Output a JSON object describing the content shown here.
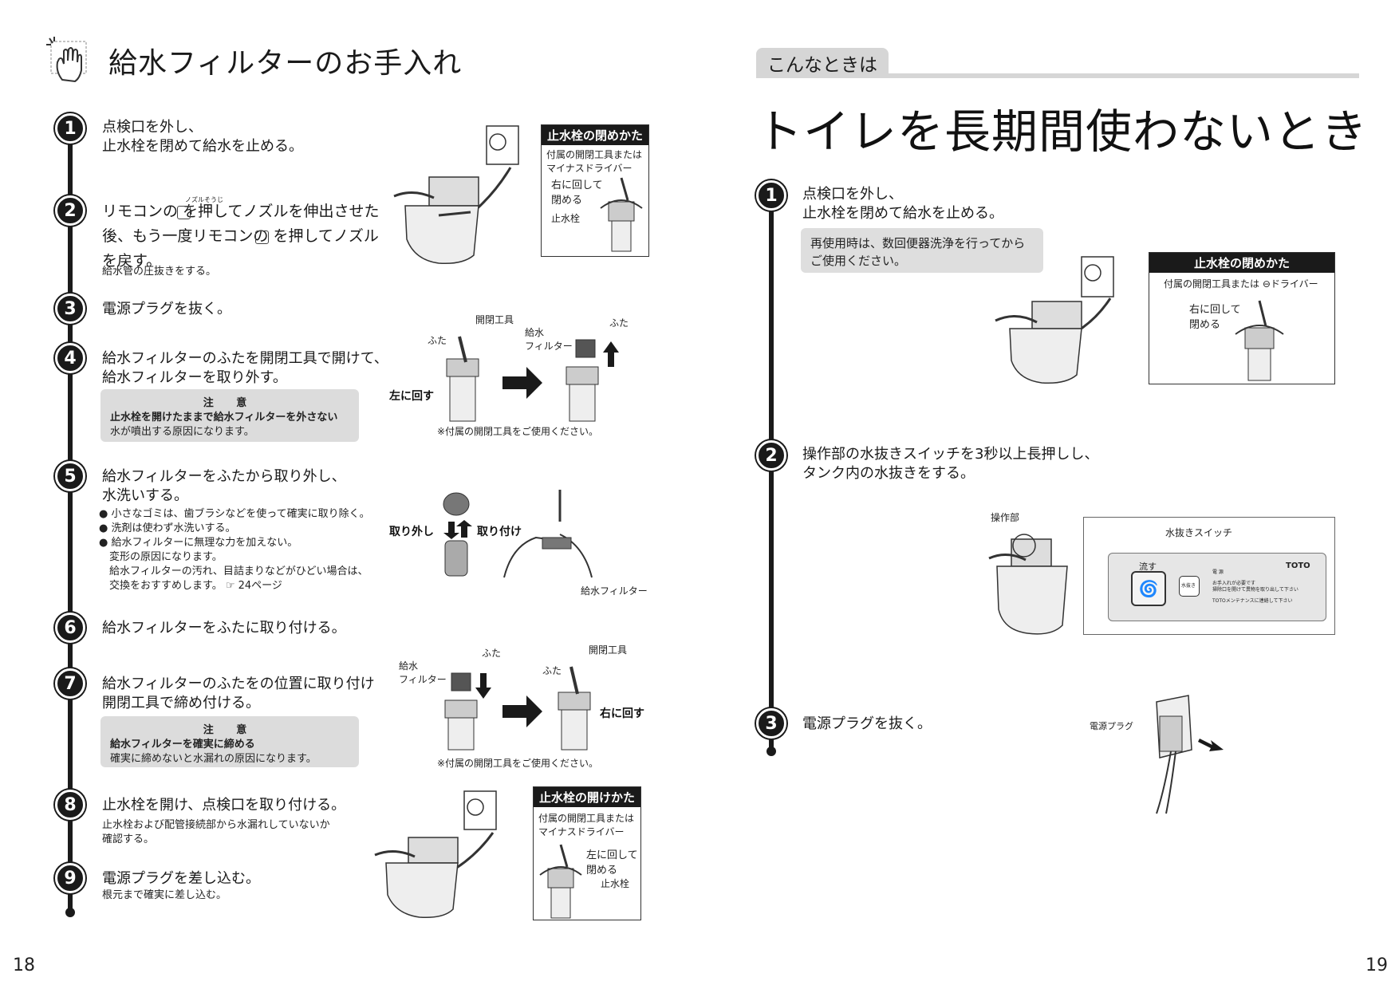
{
  "left": {
    "title": "給水フィルターのお手入れ",
    "steps": [
      {
        "num": "1",
        "text": "点検口を外し、\n止水栓を閉めて給水を止める。"
      },
      {
        "num": "2",
        "text": "リモコンの  を押してノズルを伸出させた\n後、もう一度リモコンの  を押してノズル\nを戻す。",
        "ruby": "ノズルそうじ",
        "sub": "給水管の圧抜きをする。"
      },
      {
        "num": "3",
        "text": "電源プラグを抜く。"
      },
      {
        "num": "4",
        "text": "給水フィルターのふたを開閉工具で開けて、\n給水フィルターを取り外す。"
      },
      {
        "num": "5",
        "text": "給水フィルターをふたから取り外し、\n水洗いする。"
      },
      {
        "num": "6",
        "text": "給水フィルターをふたに取り付ける。"
      },
      {
        "num": "7",
        "text": "給水フィルターのふたをの位置に取り付け\n開閉工具で締め付ける。"
      },
      {
        "num": "8",
        "text": "止水栓を開け、点検口を取り付ける。",
        "sub": "止水栓および配管接続部から水漏れしていないか\n確認する。"
      },
      {
        "num": "9",
        "text": "電源プラグを差し込む。",
        "sub": "根元まで確実に差し込む。"
      }
    ],
    "caution4": {
      "head": "注 意",
      "bold": "止水栓を開けたままで給水フィルターを外さない",
      "reason": "水が噴出する原因になります。"
    },
    "caution7": {
      "head": "注 意",
      "bold": "給水フィルターを確実に締める",
      "reason": "確実に締めないと水漏れの原因になります。"
    },
    "bullets5": [
      "● 小さなゴミは、歯ブラシなどを使って確実に取り除く。",
      "● 洗剤は使わず水洗いする。",
      "● 給水フィルターに無理な力を加えない。",
      "　変形の原因になります。",
      "　給水フィルターの汚れ、目詰まりなどがひどい場合は、",
      "　交換をおすすめします。 ☞ 24ページ"
    ],
    "box_close": {
      "title": "止水栓の閉めかた",
      "tool": "付属の開閉工具または\nマイナスドライバー",
      "turn": "右に回して\n閉める",
      "valve": "止水栓"
    },
    "box_open": {
      "title": "止水栓の開けかた",
      "tool": "付属の開閉工具または\nマイナスドライバー",
      "turn": "左に回して\n閉める",
      "valve": "止水栓"
    },
    "ill4": {
      "tool": "開閉工具",
      "lid": "ふた",
      "filter": "給水\nフィルター",
      "lid2": "ふた",
      "turn": "左に回す",
      "note": "※付属の開閉工具をご使用ください。"
    },
    "ill5": {
      "remove": "取り外し",
      "attach": "取り付け",
      "filter": "給水フィルター"
    },
    "ill7": {
      "filter": "給水\nフィルター",
      "lid": "ふた",
      "tool": "開閉工具",
      "lid2": "ふた",
      "turn": "右に回す",
      "note": "※付属の開閉工具をご使用ください。"
    },
    "page": "18"
  },
  "right": {
    "tag": "こんなときは",
    "title": "トイレを長期間使わないとき",
    "steps": [
      {
        "num": "1",
        "text": "点検口を外し、\n止水栓を閉めて給水を止める。"
      },
      {
        "num": "2",
        "text": "操作部の水抜きスイッチを3秒以上長押しし、\nタンク内の水抜きをする。"
      },
      {
        "num": "3",
        "text": "電源プラグを抜く。"
      }
    ],
    "reuse_note": "再使用時は、数回便器洗浄を行ってから\nご使用ください。",
    "box_close": {
      "title": "止水栓の閉めかた",
      "tool": "付属の開閉工具または ⊖ドライバー",
      "turn": "右に回して\n閉める"
    },
    "panel": {
      "label": "操作部",
      "switch": "水抜きスイッチ",
      "flush": "流す",
      "brand": "TOTO",
      "btn": "水抜き",
      "items": [
        "電 源",
        "お手入れが必要です\n掃除口を開けて異物を取り出して下さい",
        "TOTOメンテナンスに連絡して下さい"
      ]
    },
    "plug": "電源プラグ",
    "page": "19"
  }
}
